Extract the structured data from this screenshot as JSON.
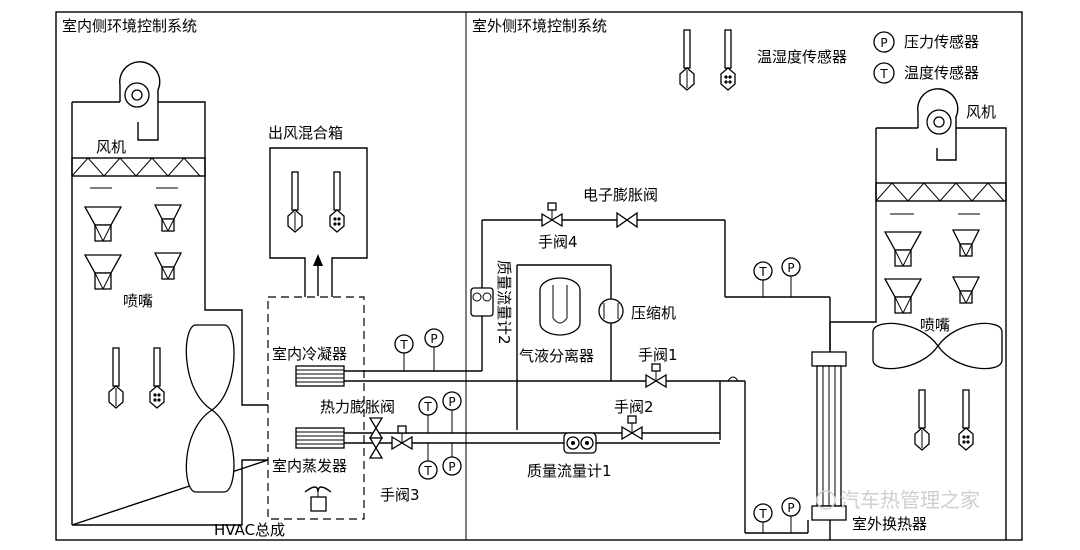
{
  "labels": {
    "indoor_system": "室内侧环境控制系统",
    "outdoor_system": "室外侧环境控制系统",
    "legend_th_sensor": "温湿度传感器",
    "legend_pressure": "压力传感器",
    "legend_temp": "温度传感器",
    "legend_p_letter": "P",
    "legend_t_letter": "T",
    "fan_left": "风机",
    "fan_right": "风机",
    "nozzle_left": "喷嘴",
    "nozzle_right": "喷嘴",
    "mixing_box": "出风混合箱",
    "indoor_condenser": "室内冷凝器",
    "thermal_exp_valve": "热力膨胀阀",
    "indoor_evaporator": "室内蒸发器",
    "hvac_assembly": "HVAC总成",
    "manual_valve_1": "手阀1",
    "manual_valve_2": "手阀2",
    "manual_valve_3": "手阀3",
    "manual_valve_4": "手阀4",
    "electronic_exp_valve": "电子膨胀阀",
    "compressor": "压缩机",
    "gas_liquid_separator": "气液分离器",
    "mass_flow_meter_1": "质量流量计1",
    "mass_flow_meter_2": "质量流量计2",
    "outdoor_heat_exchanger": "室外换热器",
    "watermark": "汽车热管理之家"
  },
  "sensor_letters": {
    "pressure": "P",
    "temperature": "T"
  }
}
